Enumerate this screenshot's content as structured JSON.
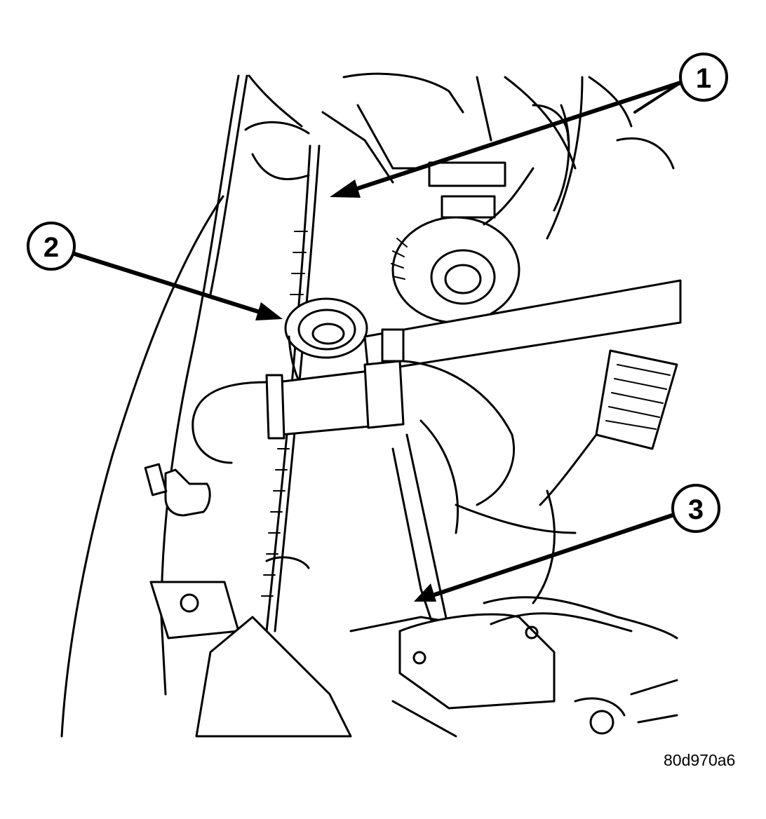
{
  "callouts": [
    {
      "label": "1"
    },
    {
      "label": "2"
    },
    {
      "label": "3"
    }
  ],
  "figure_id": "80d970a6"
}
